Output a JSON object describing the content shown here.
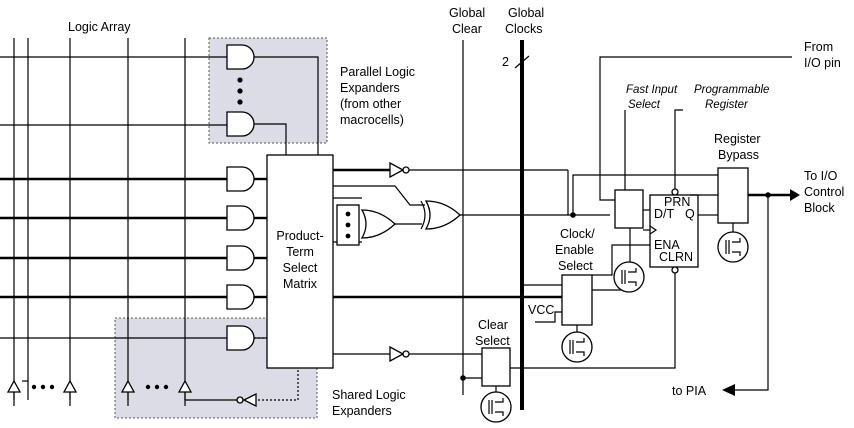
{
  "labels": {
    "logic_array": "Logic Array",
    "global_clear_1": "Global",
    "global_clear_2": "Clear",
    "global_clocks_1": "Global",
    "global_clocks_2": "Clocks",
    "clock_bus_width": "2",
    "from_io_1": "From",
    "from_io_2": "I/O pin",
    "parallel_1": "Parallel Logic",
    "parallel_2": "Expanders",
    "parallel_3": "(from other",
    "parallel_4": "macrocells)",
    "fast_input_1": "Fast Input",
    "fast_input_2": "Select",
    "prog_reg_1": "Programmable",
    "prog_reg_2": "Register",
    "reg_bypass_1": "Register",
    "reg_bypass_2": "Bypass",
    "to_io_1": "To I/O",
    "to_io_2": "Control",
    "to_io_3": "Block",
    "ptsm_1": "Product-",
    "ptsm_2": "Term",
    "ptsm_3": "Select",
    "ptsm_4": "Matrix",
    "clock_enable_1": "Clock/",
    "clock_enable_2": "Enable",
    "clock_enable_3": "Select",
    "vcc": "VCC",
    "clear_select_1": "Clear",
    "clear_select_2": "Select",
    "shared_1": "Shared Logic",
    "shared_2": "Expanders",
    "to_pia": "to PIA",
    "prn": "PRN",
    "dt": "D/T",
    "q": "Q",
    "ena": "ENA",
    "clrn": "CLRN"
  }
}
